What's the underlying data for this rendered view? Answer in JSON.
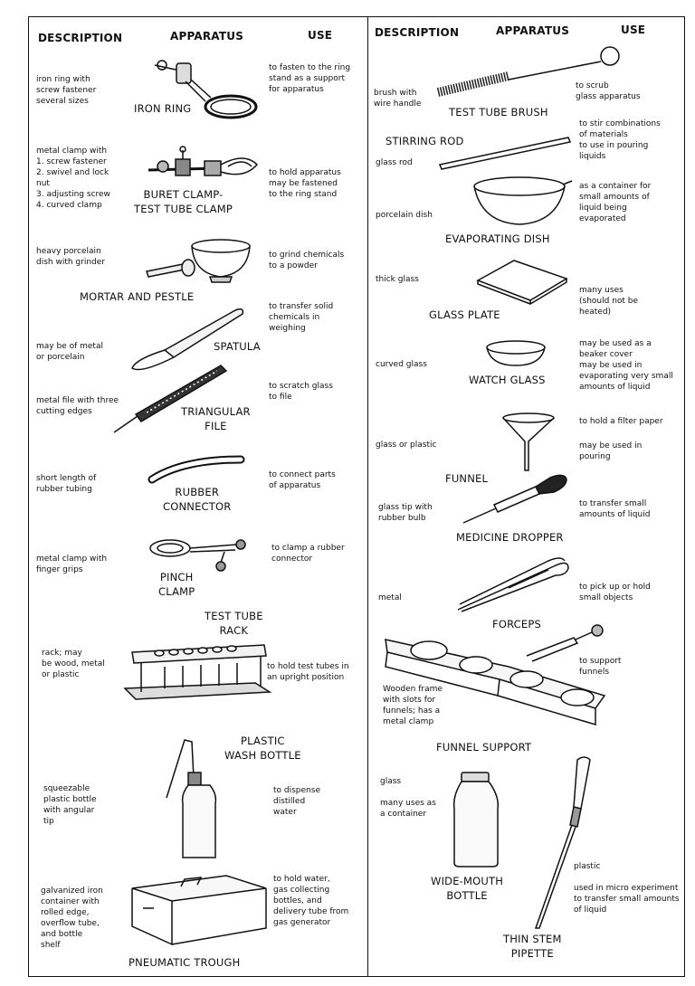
{
  "columns": {
    "left": {
      "description": "DESCRIPTION",
      "apparatus": "APPARATUS",
      "use": "USE"
    },
    "right": {
      "description": "DESCRIPTION",
      "apparatus": "APPARATUS",
      "use": "USE"
    }
  },
  "left_items": [
    {
      "description": "iron ring with\nscrew fastener\nseveral sizes",
      "name": "IRON RING",
      "use": "to fasten to the ring\nstand as a support\nfor apparatus"
    },
    {
      "description": "metal clamp with\n1.  screw fastener\n2.  swivel and lock\n       nut\n3.  adjusting screw\n4.  curved clamp",
      "name": "BURET CLAMP-\nTEST TUBE CLAMP",
      "use": "to hold apparatus\nmay be fastened\nto the ring stand"
    },
    {
      "description": "heavy porcelain\ndish with grinder",
      "name": "MORTAR AND PESTLE",
      "use": "to grind chemicals\nto a powder"
    },
    {
      "description": "may be of metal\nor porcelain",
      "name": "SPATULA",
      "use": "to transfer solid\nchemicals in\nweighing"
    },
    {
      "description": "metal file with three\ncutting edges",
      "name": "TRIANGULAR\nFILE",
      "use": "to scratch glass\nto file"
    },
    {
      "description": "short length of\nrubber tubing",
      "name": "RUBBER\nCONNECTOR",
      "use": "to connect parts\nof apparatus"
    },
    {
      "description": "metal clamp with\nfinger grips",
      "name": "PINCH\nCLAMP",
      "use": "to clamp a rubber\nconnector"
    },
    {
      "description": "rack; may\nbe wood,   metal\nor plastic",
      "name": "TEST TUBE\nRACK",
      "use": "to hold test tubes in\nan upright position"
    },
    {
      "description": "squeezable\nplastic bottle\nwith angular\ntip",
      "name": "PLASTIC\nWASH BOTTLE",
      "use": "to dispense\ndistilled\nwater"
    },
    {
      "description": "galvanized iron\ncontainer with\nrolled edge,\noverflow tube,\nand bottle\nshelf",
      "name": "PNEUMATIC TROUGH",
      "use": "to hold water,\ngas collecting\nbottles, and\ndelivery tube from\ngas generator"
    }
  ],
  "right_items": [
    {
      "description": "brush with\nwire handle",
      "name": "TEST TUBE BRUSH",
      "use": "to scrub\nglass apparatus"
    },
    {
      "description": "glass rod",
      "name": "STIRRING ROD",
      "use": "to stir combinations\nof materials\nto use in pouring\nliquids"
    },
    {
      "description": "porcelain dish",
      "name": "EVAPORATING DISH",
      "use": "as a container for\nsmall amounts of\nliquid being\nevaporated"
    },
    {
      "description": "thick glass",
      "name": "GLASS PLATE",
      "use": "many uses\n(should not be\nheated)"
    },
    {
      "description": "curved glass",
      "name": "WATCH GLASS",
      "use": "may be used as a\nbeaker cover\nmay be used in\nevaporating very small\namounts of liquid"
    },
    {
      "description": "glass or plastic",
      "name": "FUNNEL",
      "use": "to hold a filter paper",
      "use2": "may be used in\npouring"
    },
    {
      "description": "glass tip with\nrubber bulb",
      "name": "MEDICINE DROPPER",
      "use": "to transfer small\namounts of liquid"
    },
    {
      "description": "metal",
      "name": "FORCEPS",
      "use": "to pick up or hold\nsmall objects"
    },
    {
      "description": "Wooden frame\nwith slots for\nfunnels; has a\nmetal clamp",
      "name": "FUNNEL SUPPORT",
      "use": "to support\nfunnels"
    },
    {
      "description": "glass\n\nmany uses as\na container",
      "name": "WIDE-MOUTH\nBOTTLE",
      "use": ""
    },
    {
      "description": "plastic\n\nused in micro experiment\nto transfer small amounts\nof liquid",
      "name": "THIN STEM\nPIPETTE",
      "use": ""
    }
  ]
}
